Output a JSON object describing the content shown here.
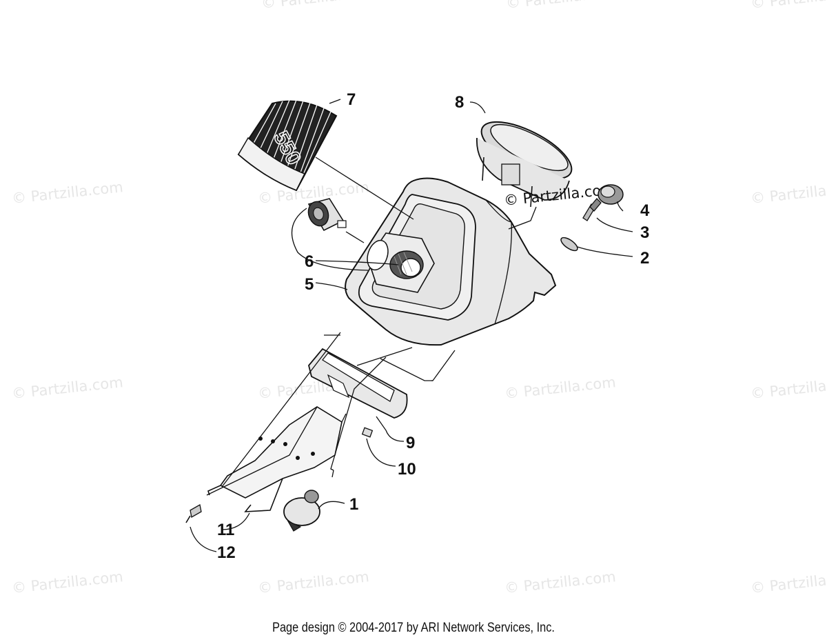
{
  "watermark_text": "© Partzilla.com",
  "watermark_overlay_text": "© Partzilla.com",
  "footer": "Page design © 2004-2017 by ARI Network Services, Inc.",
  "decal_text": "550",
  "callouts": [
    {
      "id": "1",
      "label": "1"
    },
    {
      "id": "2",
      "label": "2"
    },
    {
      "id": "3",
      "label": "3"
    },
    {
      "id": "4",
      "label": "4"
    },
    {
      "id": "5",
      "label": "5"
    },
    {
      "id": "6",
      "label": "6"
    },
    {
      "id": "7",
      "label": "7"
    },
    {
      "id": "8",
      "label": "8"
    },
    {
      "id": "9",
      "label": "9"
    },
    {
      "id": "10",
      "label": "10"
    },
    {
      "id": "11",
      "label": "11"
    },
    {
      "id": "12",
      "label": "12"
    }
  ],
  "colors": {
    "ink": "#111111",
    "watermark": "#e6e6e6",
    "background": "#ffffff"
  }
}
